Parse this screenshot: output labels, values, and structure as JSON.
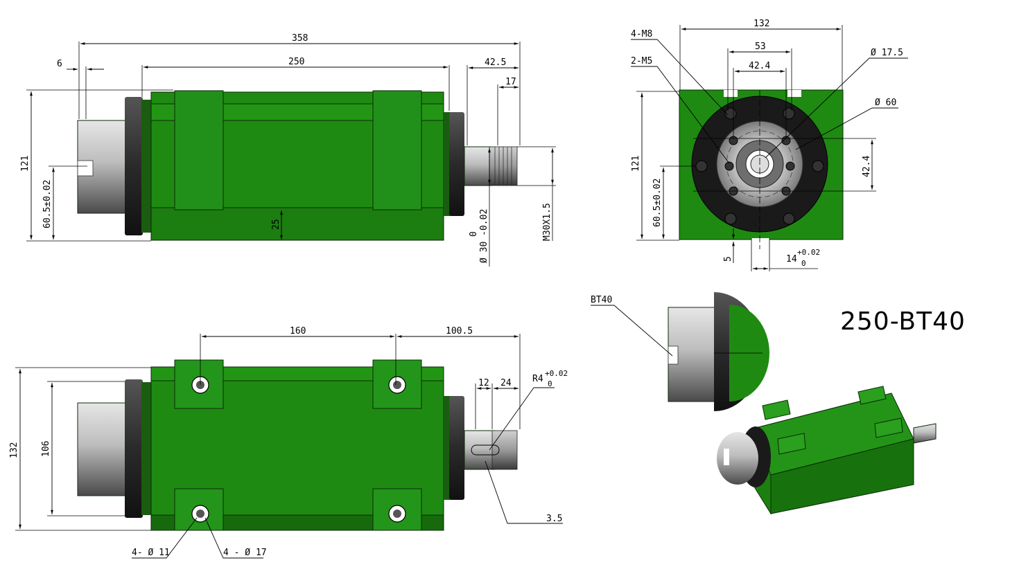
{
  "title": "250-BT40",
  "colors": {
    "body_green": "#1f8a12",
    "body_green_dark": "#16690d",
    "flange_dark": "#2a2a2a",
    "steel_light": "#d8d8d8",
    "steel_dark": "#555555"
  },
  "labels": {
    "d358": "358",
    "d250": "250",
    "d6": "6",
    "d42_5": "42.5",
    "d17": "17",
    "d121_left": "121",
    "d60_5": "60.5±0.02",
    "d25": "25",
    "d30_0": "0",
    "d30": "Ø 30 -0.02",
    "m30": "M30X1.5",
    "d132_top": "132",
    "d53": "53",
    "d42_4_top": "42.4",
    "m8": "4-M8",
    "m5": "2-M5",
    "d17_5": "Ø 17.5",
    "d60": "Ø 60",
    "d42_4_right": "42.4",
    "d121_front": "121",
    "d60_5_front": "60.5±0.02",
    "d5": "5",
    "d14": "14",
    "d14_tol_up": "+0.02",
    "d14_tol_low": "0",
    "d160": "160",
    "d100_5": "100.5",
    "d12": "12",
    "d24": "24",
    "r4": "R4",
    "r4_tol_up": "+0.02",
    "r4_tol_low": "0",
    "d132_left": "132",
    "d106": "106",
    "d3_5": "3.5",
    "h11": "4- Ø 11",
    "h17": "4 - Ø 17",
    "bt40": "BT40"
  }
}
